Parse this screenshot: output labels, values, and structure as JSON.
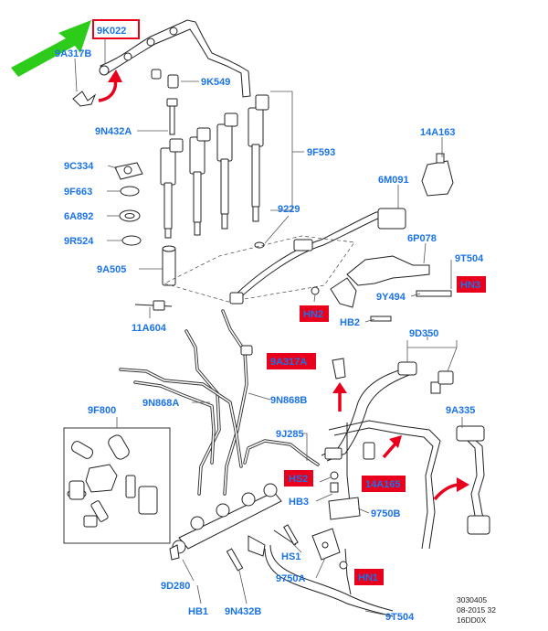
{
  "labels": {
    "p_9K022": "9K022",
    "p_9A317B_top": "9A317B",
    "p_9K549": "9K549",
    "p_9N432A": "9N432A",
    "p_14A163": "14A163",
    "p_9F593": "9F593",
    "p_9C334": "9C334",
    "p_9F663": "9F663",
    "p_6M091": "6M091",
    "p_9229": "9229",
    "p_6A892": "6A892",
    "p_9R524": "9R524",
    "p_6P078": "6P078",
    "p_9T504_top": "9T504",
    "p_9A505": "9A505",
    "p_9Y494": "9Y494",
    "p_HB2": "HB2",
    "p_11A604": "11A604",
    "p_9D350": "9D350",
    "p_9A317A": "9A317A",
    "p_9N868A": "9N868A",
    "p_9N868B": "9N868B",
    "p_9A335": "9A335",
    "p_9F800": "9F800",
    "p_9J285": "9J285",
    "p_HS2": "HS2",
    "p_HB3": "HB3",
    "p_14A165": "14A165",
    "p_9750B": "9750B",
    "p_HS1": "HS1",
    "p_9D280": "9D280",
    "p_9750A": "9750A",
    "p_HN1": "HN1",
    "p_HN2": "HN2",
    "p_HN3": "HN3",
    "p_HB1": "HB1",
    "p_9N432B": "9N432B",
    "p_9T504_bottom": "9T504"
  },
  "reference": {
    "line1": "3030405",
    "line2": "08-2015 32",
    "line3": "16DD0X"
  },
  "colors": {
    "label_blue": "#1a73e8",
    "highlight_red": "#e8001c",
    "pointer_green": "#2ecc1a",
    "arrow_red": "#e8001c"
  }
}
